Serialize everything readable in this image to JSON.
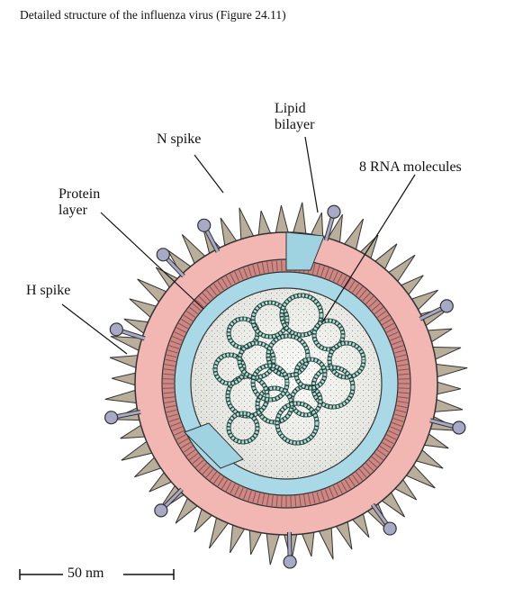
{
  "caption": "Detailed structure of the influenza virus  (Figure 24.11)",
  "labels": {
    "n_spike": "N spike",
    "lipid_bilayer_line1": "Lipid",
    "lipid_bilayer_line2": "bilayer",
    "rna": "8 RNA molecules",
    "protein_line1": "Protein",
    "protein_line2": "layer",
    "h_spike": "H spike"
  },
  "scale_bar": {
    "label": "50 nm"
  },
  "colors": {
    "outer_envelope": "#f2b6b3",
    "lipid_stripes": "#9b4a4a",
    "protein_layer": "#a9d9e6",
    "interior": "#f4f4f2",
    "rna_beads": "#b5ddd3",
    "spikes": "#b8ae99",
    "n_spike_knob": "#a7a9c6"
  }
}
